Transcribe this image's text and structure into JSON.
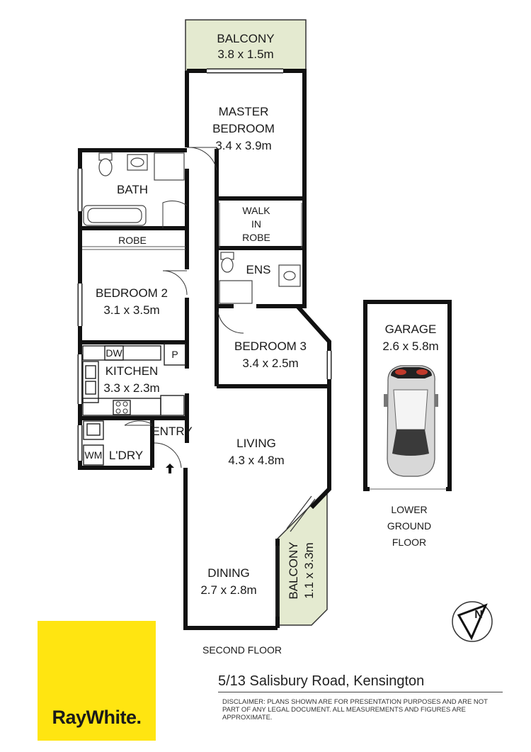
{
  "rooms": {
    "balcony_top": {
      "name": "BALCONY",
      "size": "3.8 x 1.5m"
    },
    "master_bedroom": {
      "name_line1": "MASTER",
      "name_line2": "BEDROOM",
      "size": "3.4 x 3.9m"
    },
    "bath": {
      "name": "BATH"
    },
    "walk_in_robe": {
      "line1": "WALK",
      "line2": "IN",
      "line3": "ROBE"
    },
    "robe": {
      "name": "ROBE"
    },
    "ens": {
      "name": "ENS"
    },
    "bedroom2": {
      "name": "BEDROOM 2",
      "size": "3.1 x 3.5m"
    },
    "bedroom3": {
      "name": "BEDROOM 3",
      "size": "3.4 x 2.5m"
    },
    "kitchen": {
      "name": "KITCHEN",
      "size": "3.3 x 2.3m"
    },
    "dw": {
      "name": "DW"
    },
    "pantry": {
      "name": "P"
    },
    "entry": {
      "name": "ENTRY"
    },
    "laundry": {
      "name": "L'DRY"
    },
    "wm": {
      "name": "WM"
    },
    "living": {
      "name": "LIVING",
      "size": "4.3 x 4.8m"
    },
    "dining": {
      "name": "DINING",
      "size": "2.7 x 2.8m"
    },
    "balcony_side": {
      "name": "BALCONY",
      "size": "1.1 x 3.3m"
    },
    "garage": {
      "name": "GARAGE",
      "size": "2.6 x 5.8m"
    }
  },
  "floor_labels": {
    "second_floor": "SECOND FLOOR",
    "lower_line1": "LOWER",
    "lower_line2": "GROUND",
    "lower_line3": "FLOOR"
  },
  "compass": {
    "letter": "N"
  },
  "address": "5/13 Salisbury Road, Kensington",
  "disclaimer": "DISCLAIMER: PLANS SHOWN ARE FOR PRESENTATION PURPOSES AND ARE NOT PART OF ANY LEGAL DOCUMENT. ALL MEASUREMENTS AND FIGURES ARE APPROXIMATE.",
  "brand": {
    "logo_text": "RayWhite.",
    "color": "#ffe511"
  },
  "colors": {
    "balcony_fill": "#e4ead0",
    "wall": "#111111"
  }
}
